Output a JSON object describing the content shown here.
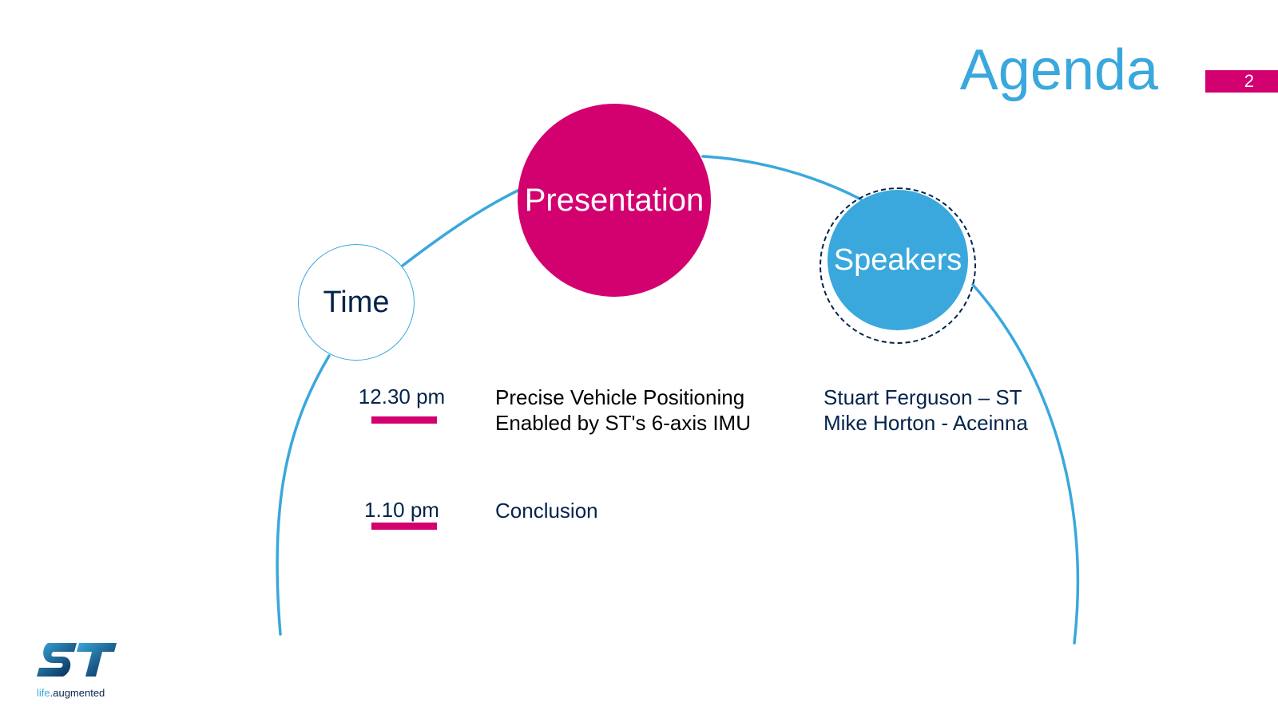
{
  "slide": {
    "title": "Agenda",
    "page_number": "2"
  },
  "circles": {
    "time": "Time",
    "presentation": "Presentation",
    "speakers": "Speakers"
  },
  "agenda": [
    {
      "time": "12.30 pm",
      "title": "Precise Vehicle Positioning\nEnabled by ST's 6-axis IMU",
      "speakers": [
        "Stuart Ferguson – ST",
        "Mike Horton - Aceinna"
      ]
    },
    {
      "time": "1.10 pm",
      "title": "Conclusion",
      "speakers": []
    }
  ],
  "logo": {
    "tagline_prefix": "life",
    "tagline_suffix": ".augmented"
  },
  "colors": {
    "brand_blue": "#3aa8dc",
    "brand_pink": "#d3006f",
    "dark_navy": "#03234b"
  }
}
